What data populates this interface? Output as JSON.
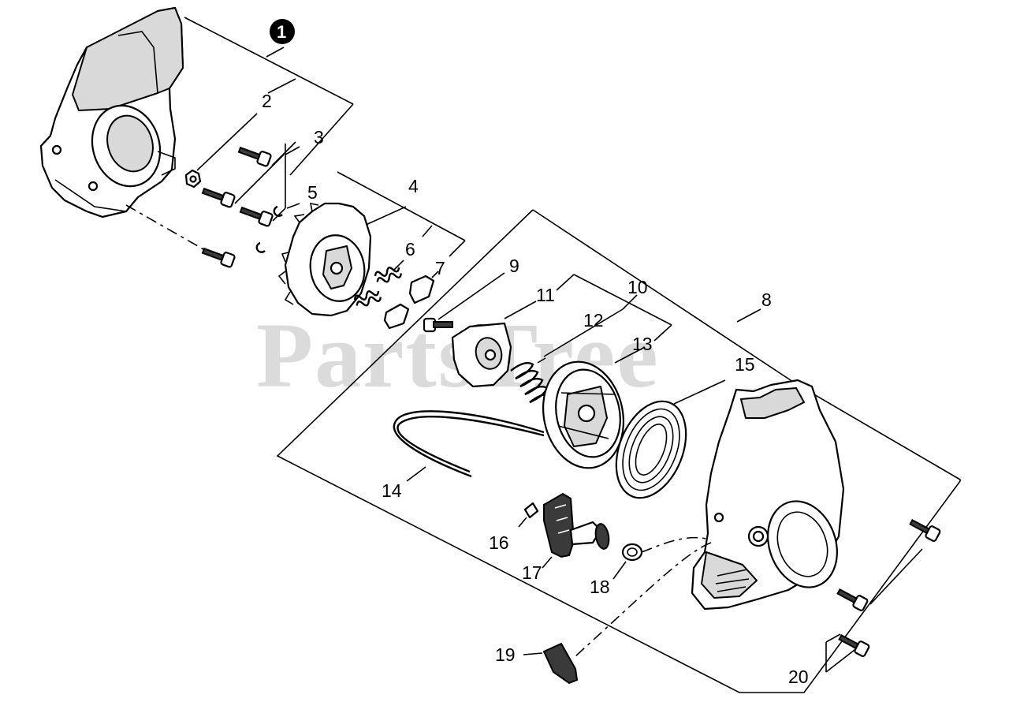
{
  "watermark": "PartsTree",
  "callouts": {
    "c1": "1",
    "c2": "2",
    "c3": "3",
    "c4": "4",
    "c5": "5",
    "c6": "6",
    "c7": "7",
    "c8": "8",
    "c9": "9",
    "c10": "10",
    "c11": "11",
    "c12": "12",
    "c13": "13",
    "c14": "14",
    "c15": "15",
    "c16": "16",
    "c17": "17",
    "c18": "18",
    "c19": "19",
    "c20": "20"
  }
}
